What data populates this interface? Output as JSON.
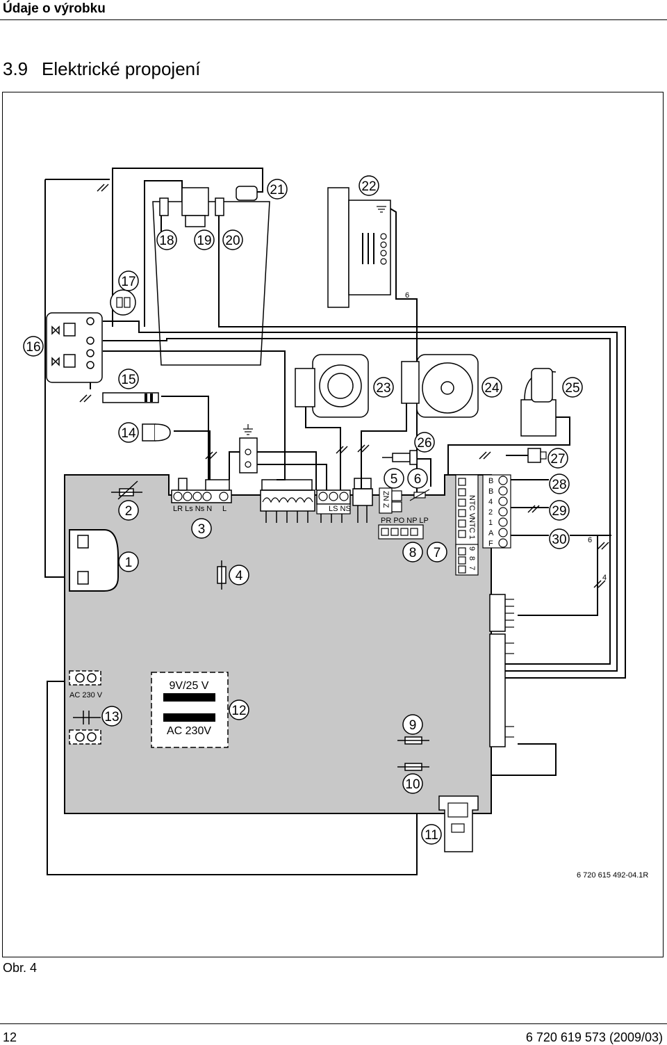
{
  "header": {
    "section": "Údaje o výrobku"
  },
  "title": {
    "number": "3.9",
    "text": "Elektrické propojení"
  },
  "diagram": {
    "callouts": [
      "1",
      "2",
      "3",
      "4",
      "5",
      "6",
      "7",
      "8",
      "9",
      "10",
      "11",
      "12",
      "13",
      "14",
      "15",
      "16",
      "17",
      "18",
      "19",
      "20",
      "21",
      "22",
      "23",
      "24",
      "25",
      "26",
      "27",
      "28",
      "29",
      "30"
    ],
    "wire_labels": {
      "w6_top": "6",
      "w6_right": "6",
      "w4_right": "4"
    },
    "terminal_labels": {
      "block3": "LR Ls Ns N",
      "block3_L": "L",
      "block_ls": "LS NS",
      "block_zn": "ZN Z",
      "block_pr": "PR PO NP LP",
      "ntc_v": "NTC V",
      "ntc_1": "NTC 1",
      "row_b1": "B",
      "row_b2": "B",
      "row_4": "4",
      "row_2": "2",
      "row_1": "1",
      "row_a": "A",
      "row_f": "F",
      "pins_987": [
        "9",
        "8",
        "7"
      ]
    },
    "transformer": {
      "secondary": "9V/25 V",
      "primary": "AC 230V"
    },
    "mains_label": "AC 230 V",
    "drawing_code": "6 720 615 492-04.1R"
  },
  "figure": {
    "caption": "Obr. 4"
  },
  "footer": {
    "page": "12",
    "doc": "6 720 619 573 (2009/03)"
  }
}
